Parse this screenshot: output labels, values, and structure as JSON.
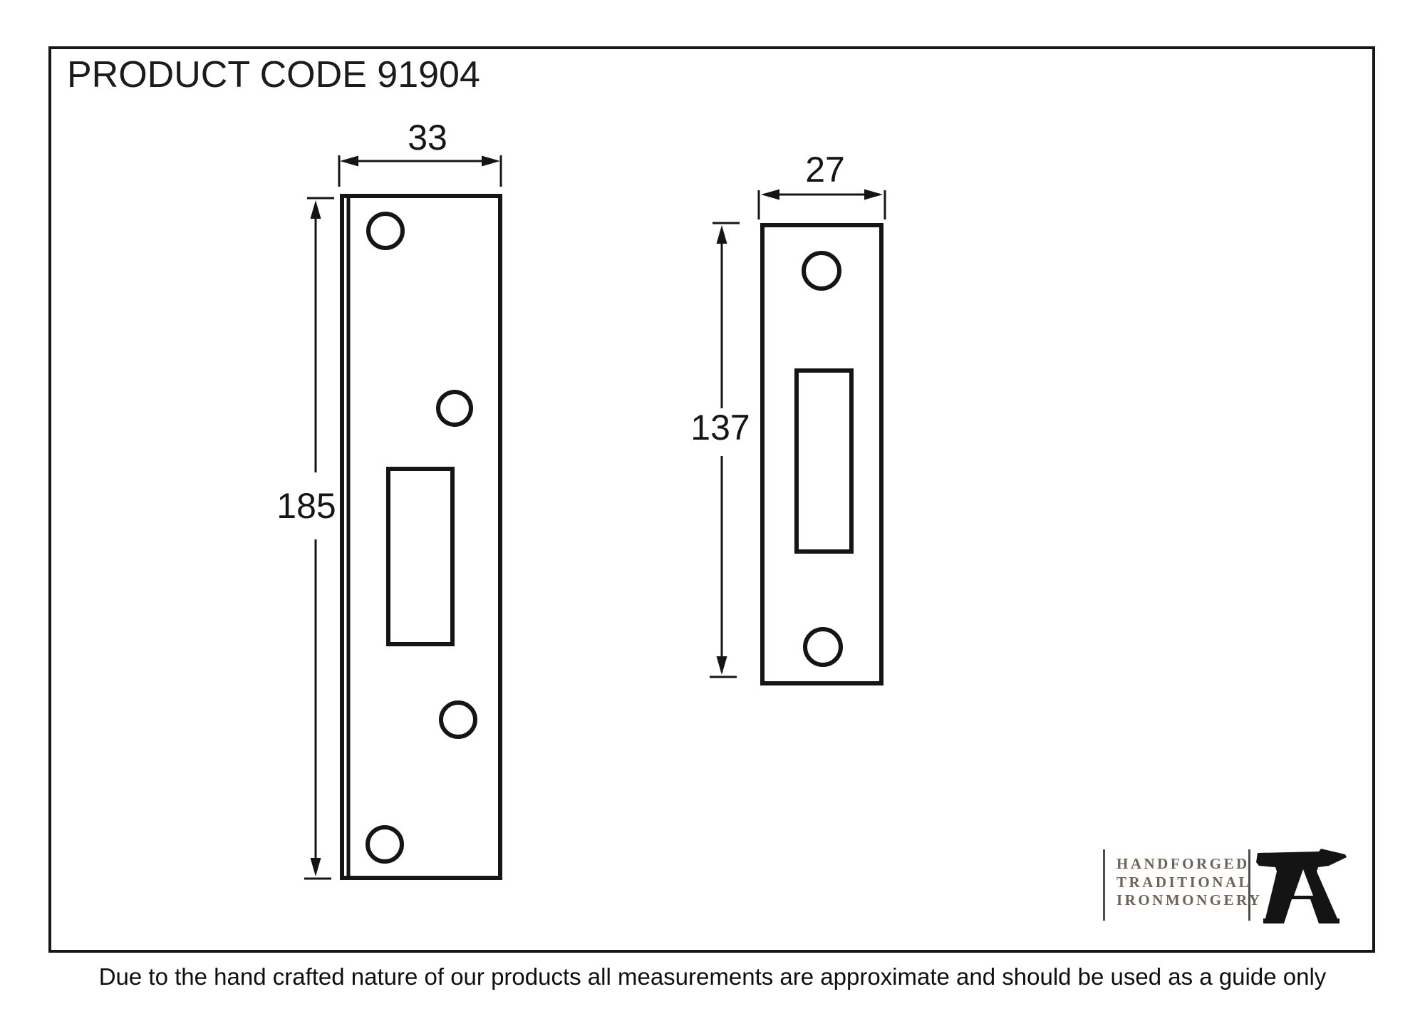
{
  "title": "PRODUCT CODE 91904",
  "footer": {
    "disclaimer": "Due to the hand crafted nature of our products all measurements are approximate and should be used as a guide only"
  },
  "diagram": {
    "type": "technical-drawing",
    "views": [
      {
        "id": "large-plate",
        "description": "Tall strike plate with folded lip edge, four screw holes and central latch slot",
        "width_mm": "33",
        "height_mm": "185"
      },
      {
        "id": "small-plate",
        "description": "Short strike plate with two screw holes and latch slot",
        "width_mm": "27",
        "height_mm": "137"
      }
    ]
  },
  "logo": {
    "lines": [
      "HANDFORGED",
      "TRADITIONAL",
      "IRONMONGERY"
    ],
    "icon": "anvil-icon",
    "text_color": "#6f6358"
  },
  "colors": {
    "line": "#151515",
    "background": "#ffffff"
  }
}
